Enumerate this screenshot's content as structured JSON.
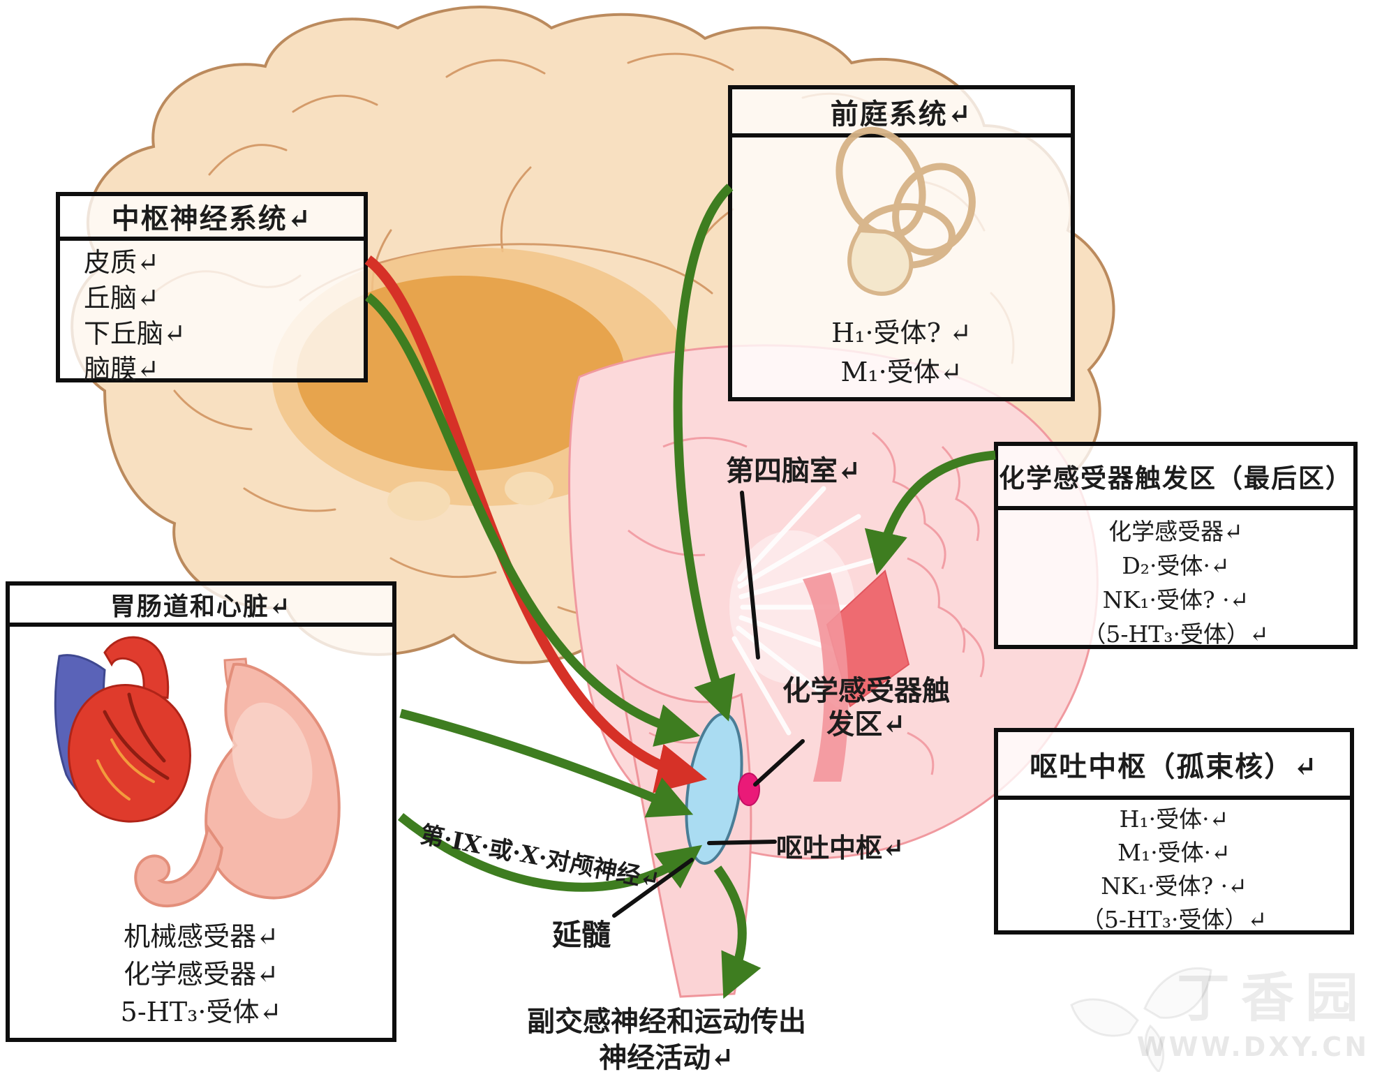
{
  "boxes": {
    "cns": {
      "title": "中枢神经系统↵",
      "items": [
        "皮质↵",
        "丘脑↵",
        "下丘脑↵",
        "脑膜↵"
      ]
    },
    "vestibular": {
      "title": "前庭系统↵",
      "items": [
        "H₁·受体? ↵",
        "M₁·受体↵"
      ]
    },
    "ctz": {
      "title": "化学感受器触发区（最后区）",
      "items": [
        "化学感受器↵",
        "D₂·受体·↵",
        "NK₁·受体? ·↵",
        "（5-HT₃·受体）↵"
      ]
    },
    "vomiting_center": {
      "title": "呕吐中枢（孤束核）↵",
      "items": [
        "H₁·受体·↵",
        "M₁·受体·↵",
        "NK₁·受体? ·↵",
        "（5-HT₃·受体）↵"
      ]
    },
    "gi": {
      "title": "胃肠道和心脏↵",
      "items": [
        "机械感受器↵",
        "化学感受器↵",
        "5-HT₃·受体↵"
      ]
    }
  },
  "labels": {
    "fourth_ventricle": "第四脑室↵",
    "ctz_line1": "化学感受器触",
    "ctz_line2": "发区↵",
    "vomiting_center": "呕吐中枢↵",
    "medulla": "延髓",
    "cranial_nerves": "第·IX·或·X·对颅神经↵",
    "efferent_line1": "副交感神经和运动传出",
    "efferent_line2": "神经活动↵"
  },
  "watermark": {
    "name": "丁香园",
    "url": "WWW.DXY.CN"
  },
  "colors": {
    "green_arrow": "#3e7d20",
    "red_arrow": "#d63127",
    "blue_nucleus": "#aadcf2",
    "magenta_ctz": "#ea1a78",
    "brain_peach": "#f8e0c1",
    "thalamus_orange": "#e7a44d",
    "brainstem_pink": "#fbd5d7",
    "box_border": "#0e0e0e"
  }
}
